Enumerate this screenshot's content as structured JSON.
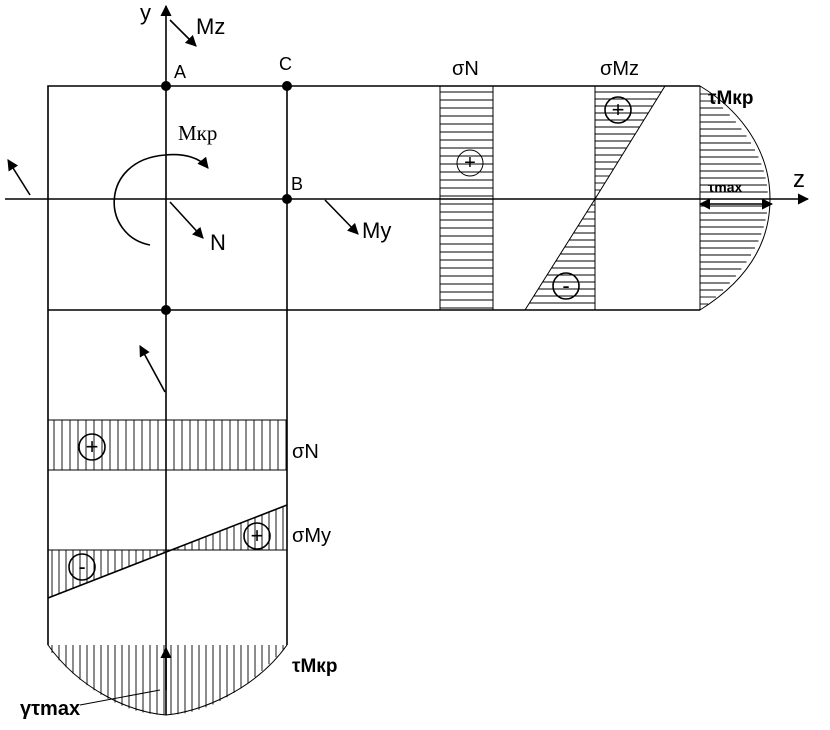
{
  "labels": {
    "y_axis": "y",
    "z_axis": "z",
    "point_a": "A",
    "point_b": "B",
    "point_c": "C",
    "moment_z": "Mz",
    "moment_y": "My",
    "torque": "Mкр",
    "normal_force": "N",
    "sigma_n_top": "σN",
    "sigma_mz": "σMz",
    "tau_mkr_top": "τMкр",
    "tau_max_top": "τmax",
    "sigma_n_bottom": "σN",
    "sigma_my": "σMy",
    "tau_mkr_bottom": "τMкр",
    "gamma_tau_max": "γτmax",
    "plus": "+",
    "minus": "-"
  }
}
